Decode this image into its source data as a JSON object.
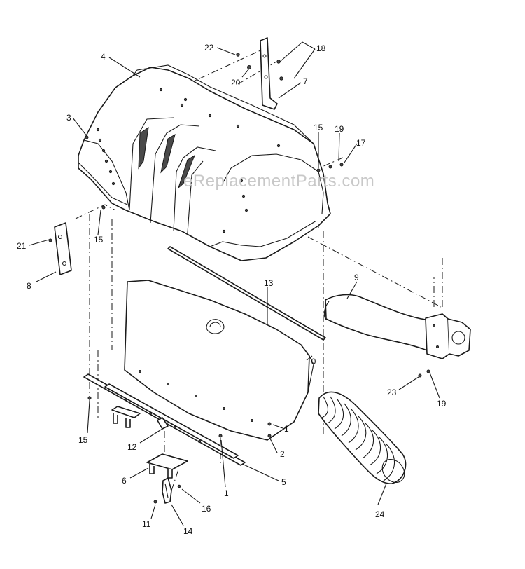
{
  "watermark": "eReplacementParts.com",
  "callouts": [
    {
      "id": "c1a",
      "text": "1"
    },
    {
      "id": "c1b",
      "text": "1"
    },
    {
      "id": "c2",
      "text": "2"
    },
    {
      "id": "c3",
      "text": "3"
    },
    {
      "id": "c4",
      "text": "4"
    },
    {
      "id": "c5",
      "text": "5"
    },
    {
      "id": "c6",
      "text": "6"
    },
    {
      "id": "c7",
      "text": "7"
    },
    {
      "id": "c8",
      "text": "8"
    },
    {
      "id": "c9",
      "text": "9"
    },
    {
      "id": "c10",
      "text": "10"
    },
    {
      "id": "c11",
      "text": "11"
    },
    {
      "id": "c12",
      "text": "12"
    },
    {
      "id": "c13",
      "text": "13"
    },
    {
      "id": "c14",
      "text": "14"
    },
    {
      "id": "c15a",
      "text": "15"
    },
    {
      "id": "c15b",
      "text": "15"
    },
    {
      "id": "c15c",
      "text": "15"
    },
    {
      "id": "c16",
      "text": "16"
    },
    {
      "id": "c17",
      "text": "17"
    },
    {
      "id": "c18",
      "text": "18"
    },
    {
      "id": "c19a",
      "text": "19"
    },
    {
      "id": "c19b",
      "text": "19"
    },
    {
      "id": "c20",
      "text": "20"
    },
    {
      "id": "c21",
      "text": "21"
    },
    {
      "id": "c22",
      "text": "22"
    },
    {
      "id": "c23",
      "text": "23"
    },
    {
      "id": "c24",
      "text": "24"
    }
  ]
}
